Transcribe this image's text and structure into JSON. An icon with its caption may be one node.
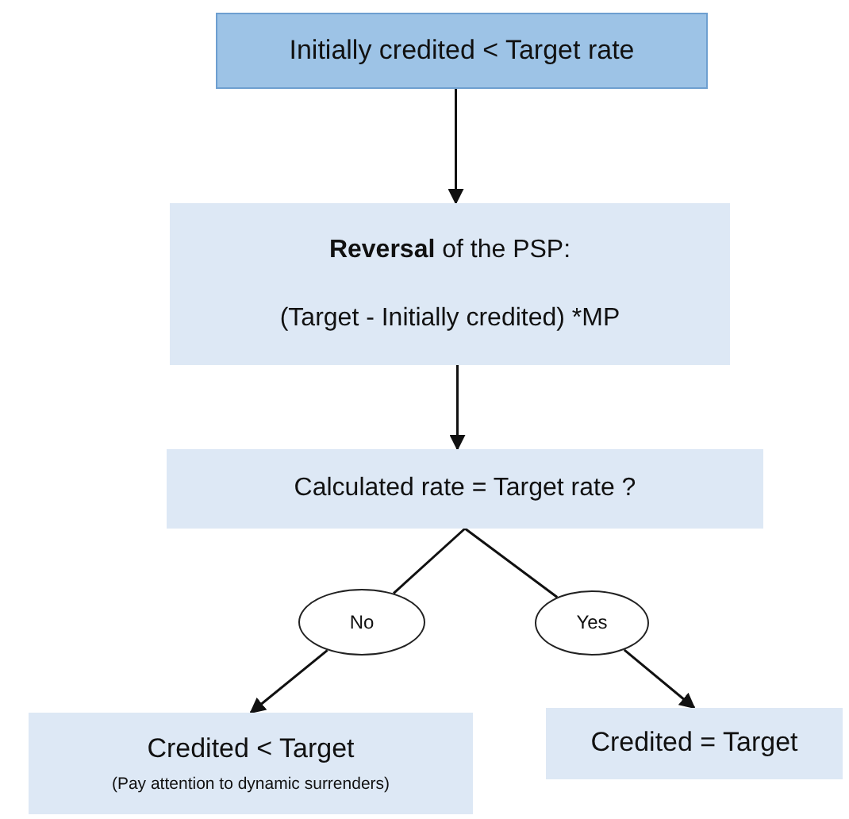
{
  "diagram": {
    "nodes": [
      {
        "text": [
          "Initially credited < Target rate"
        ]
      },
      {
        "text": [
          "**Reversal** of the PSP:",
          "(Target - Initially credited) *MP"
        ]
      },
      {
        "text": [
          "Calculated rate = Target rate ?"
        ]
      },
      {
        "text": [
          "No"
        ]
      },
      {
        "text": [
          "Yes"
        ]
      },
      {
        "text": [
          "Credited < Target",
          "(Pay attention to dynamic surrenders)"
        ]
      },
      {
        "text": [
          "Credited = Target"
        ]
      }
    ],
    "edges": [
      {
        "from": 0,
        "to": 1,
        "arrow": "to"
      },
      {
        "from": 1,
        "to": 2,
        "arrow": "to"
      },
      {
        "from": 2,
        "to": 3,
        "arrow": "none"
      },
      {
        "from": 3,
        "to": 5,
        "arrow": "to"
      },
      {
        "from": 2,
        "to": 4,
        "arrow": "none"
      },
      {
        "from": 4,
        "to": 6,
        "arrow": "to"
      }
    ]
  }
}
